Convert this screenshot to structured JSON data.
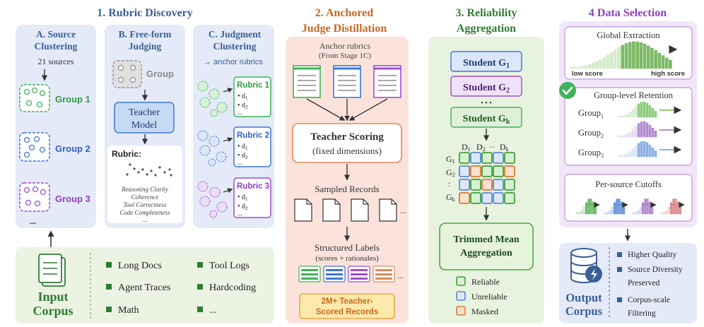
{
  "stage1": {
    "title": "1. Rubric Discovery",
    "colA": {
      "title1": "A. Source",
      "title2": "Clustering",
      "sources": "21 sources",
      "groups": [
        "Group 1",
        "Group 2",
        "Group 3"
      ],
      "more": "..."
    },
    "colB": {
      "title1": "B. Free-form",
      "title2": "Judging",
      "group": "Group",
      "teacher1": "Teacher",
      "teacher2": "Model",
      "rubric": "Rubric:",
      "items": [
        "Reasoning Clarity",
        "Coherence",
        "Tool Correctness",
        "Code Completeness",
        "..."
      ]
    },
    "colC": {
      "title1": "C. Judgment",
      "title2": "Clustering",
      "anchor": "→ anchor rubrics",
      "rubrics": [
        "Rubric 1",
        "Rubric 2",
        "Rubric 3"
      ],
      "d1": "• d",
      "d2": "• d",
      "sub1": "1",
      "sub2": "2",
      "more": "..."
    }
  },
  "stage2": {
    "title1": "2. Anchored",
    "title2": "Judge Distillation",
    "anchor1": "Anchor rubrics",
    "anchor2": "(From Stage 1C)",
    "scoring1": "Teacher Scoring",
    "scoring2": "(fixed dimensions)",
    "sampled": "Sampled Records",
    "more": "...",
    "labels1": "Structured Labels",
    "labels2": "(scores + rationales)",
    "records1": "2M+ Teacher-",
    "records2": "Scored Records"
  },
  "stage3": {
    "title1": "3. Reliability",
    "title2": "Aggregation",
    "student": "Student G",
    "subs": [
      "1",
      "2",
      "k"
    ],
    "dots": "• • •",
    "cols": [
      "D",
      "D",
      "D"
    ],
    "colsubs": [
      "1",
      "2",
      "k"
    ],
    "coldots": "··",
    "rows": [
      "G",
      "G",
      "G"
    ],
    "rowsubs": [
      "1",
      "2",
      "k"
    ],
    "rowdots": ":",
    "grid": [
      [
        "g",
        "b",
        "g",
        "b",
        "g"
      ],
      [
        "b",
        "o",
        "g",
        "g",
        "o"
      ],
      [
        "b",
        "g",
        "o",
        "b",
        "g"
      ],
      [
        "o",
        "g",
        "b",
        "b",
        "g"
      ]
    ],
    "agg1": "Trimmed Mean",
    "agg2": "Aggregation",
    "legend": [
      "Reliable",
      "Unreliable",
      "Masked"
    ]
  },
  "stage4": {
    "title": "4 Data Selection",
    "global": "Global Extraction",
    "low": "low score",
    "high": "high score",
    "group": "Group-level Retention",
    "groups": [
      "Group",
      "Group",
      "Group"
    ],
    "gsubs": [
      "1",
      "2",
      "3"
    ],
    "cutoffs": "Per-source Cutoffs",
    "out1": "Output",
    "out2": "Corpus",
    "bullets": [
      "Higher Quality",
      "Source Diversity",
      "Preserved",
      "Corpus-scale",
      "Filtering"
    ]
  },
  "input": {
    "label1": "Input",
    "label2": "Corpus",
    "items": [
      "Long Docs",
      "Tool Logs",
      "Agent Traces",
      "Hardcoding",
      "Math",
      "..."
    ]
  },
  "colors": {
    "blue": "#3a5f95",
    "orange": "#c8681f",
    "green": "#2e7d32",
    "purple": "#8e3fbf"
  }
}
